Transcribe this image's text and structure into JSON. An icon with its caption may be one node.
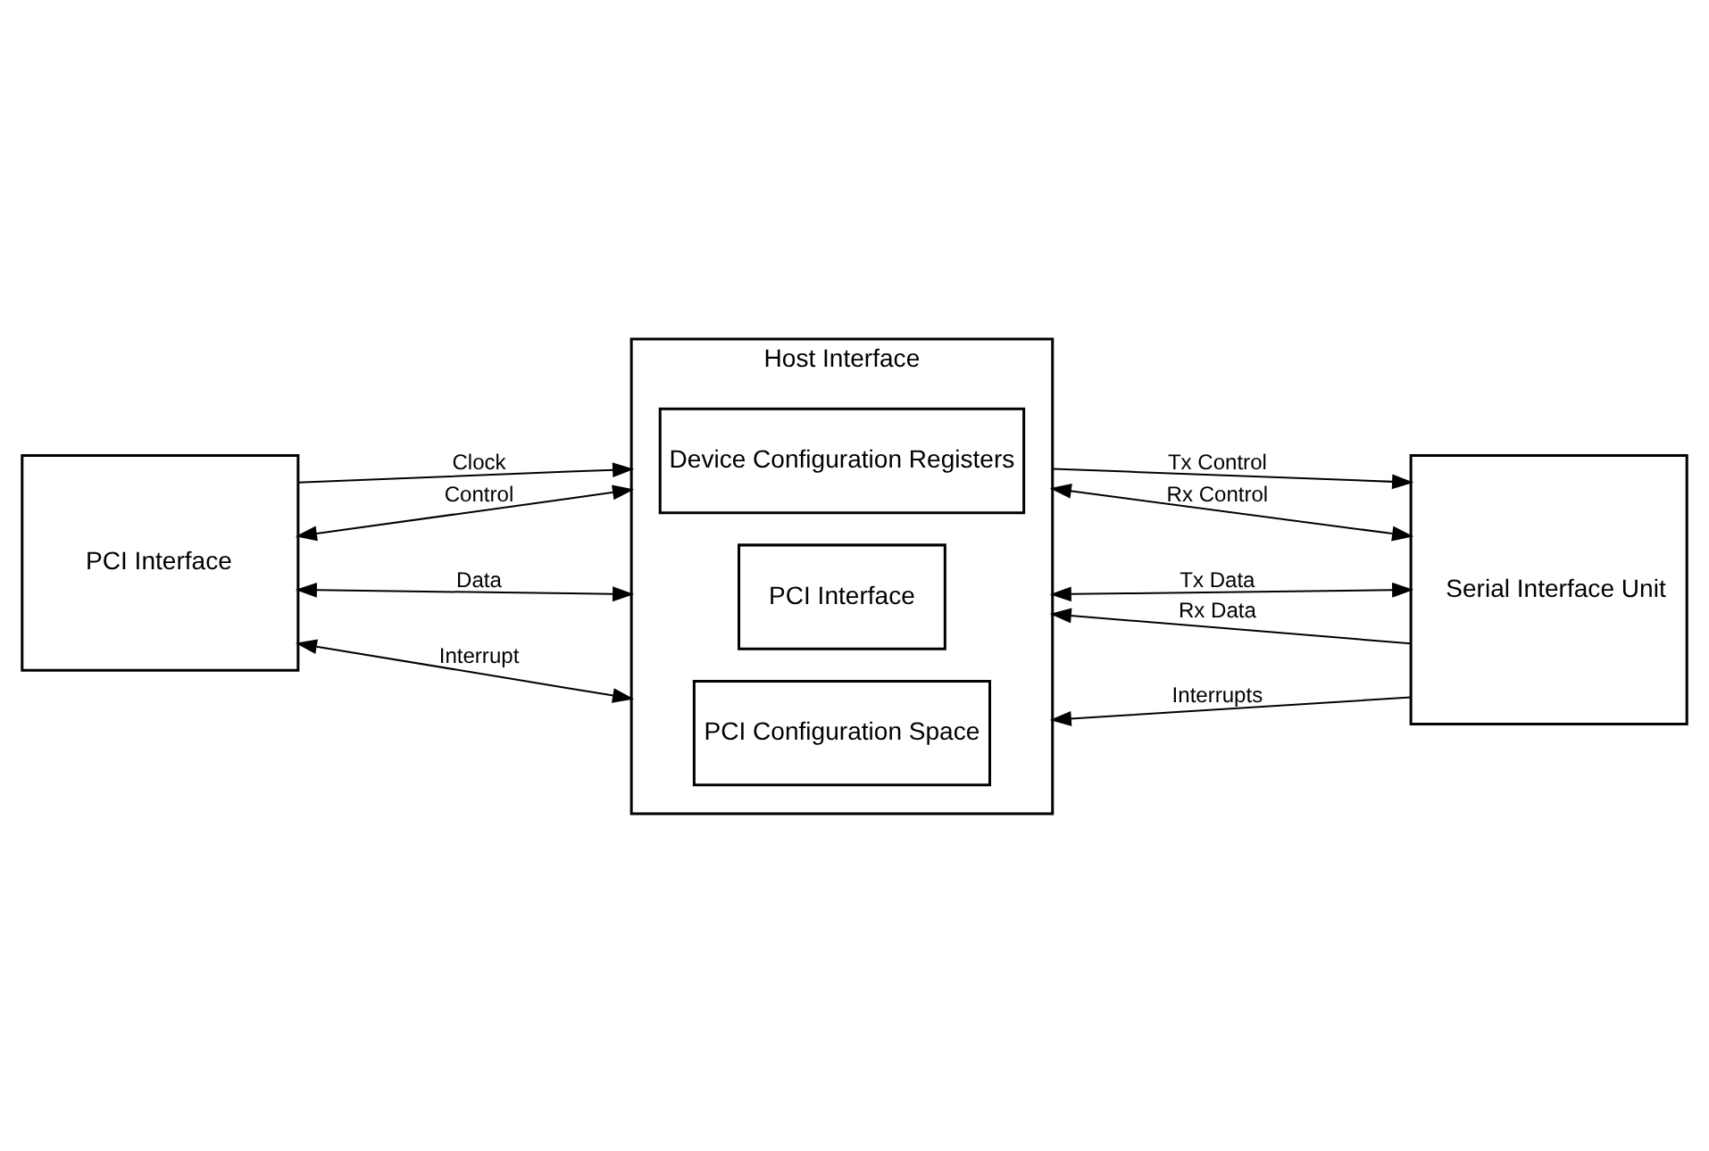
{
  "diagram": {
    "nodes": [
      {
        "text": [
          "PCI Interface"
        ]
      },
      {
        "text": [
          "Host Interface"
        ]
      },
      {
        "text": [
          "Device Configuration Registers"
        ],
        "in": 1
      },
      {
        "text": [
          "PCI Interface"
        ],
        "in": 1
      },
      {
        "text": [
          "PCI Configuration Space"
        ],
        "in": 1
      },
      {
        "text": [
          "Serial Interface Unit"
        ]
      }
    ],
    "edges": [
      {
        "from": 0,
        "to": 1,
        "arrow": "to",
        "label": "Clock"
      },
      {
        "from": 0,
        "to": 1,
        "arrow": "both",
        "label": "Control"
      },
      {
        "from": 0,
        "to": 1,
        "arrow": "both",
        "label": "Data"
      },
      {
        "from": 0,
        "to": 1,
        "arrow": "both",
        "label": "Interrupt"
      },
      {
        "from": 1,
        "to": 5,
        "arrow": "to",
        "label": "Tx Control"
      },
      {
        "from": 1,
        "to": 5,
        "arrow": "both",
        "label": "Rx Control"
      },
      {
        "from": 1,
        "to": 5,
        "arrow": "both",
        "label": "Tx Data"
      },
      {
        "from": 5,
        "to": 1,
        "arrow": "to",
        "label": "Rx Data"
      },
      {
        "from": 5,
        "to": 1,
        "arrow": "to",
        "label": "Interrupts"
      }
    ]
  }
}
